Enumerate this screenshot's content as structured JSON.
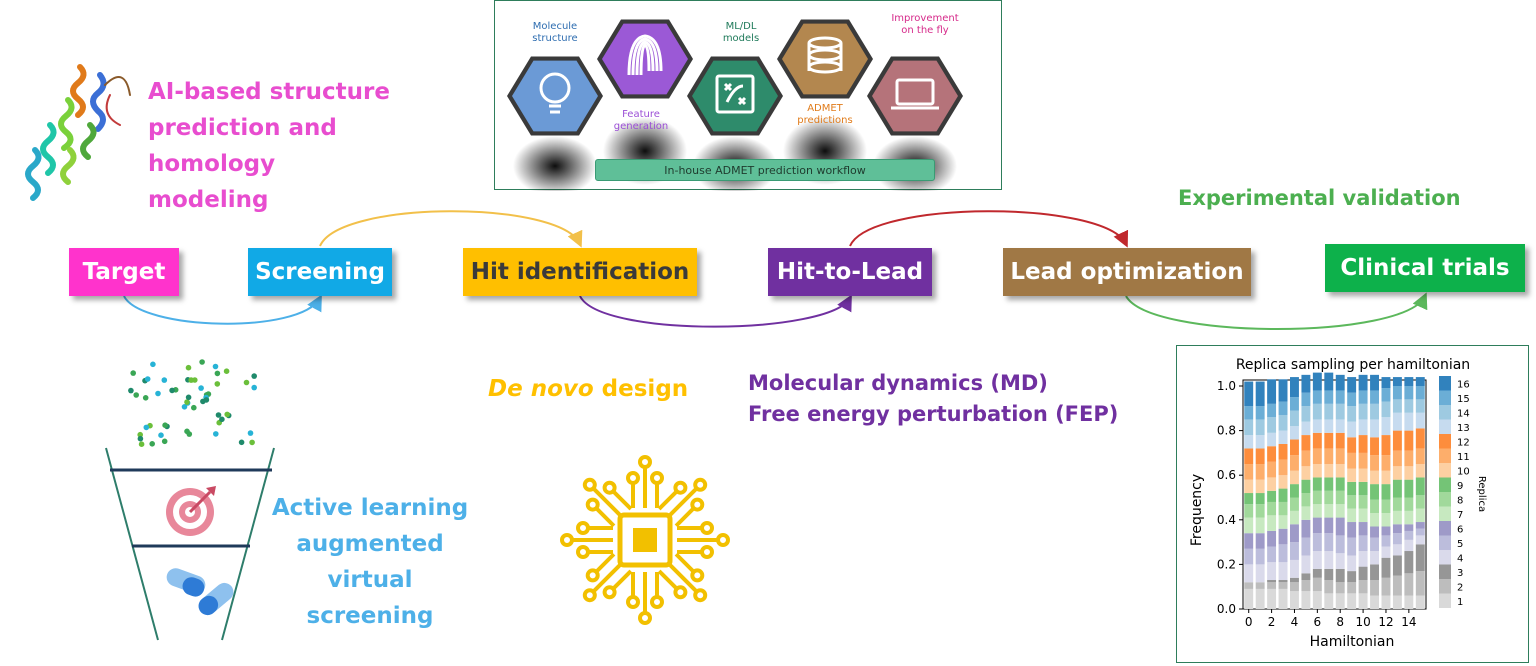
{
  "stages": [
    {
      "label": "Target",
      "color": "#ff33cc"
    },
    {
      "label": "Screening",
      "color": "#11a9e6"
    },
    {
      "label": "Hit identification",
      "color": "#ffbf00"
    },
    {
      "label": "Hit-to-Lead",
      "color": "#7030a0"
    },
    {
      "label": "Lead optimization",
      "color": "#a07845"
    },
    {
      "label": "Clinical trials",
      "color": "#0db14b"
    }
  ],
  "methods": {
    "structure": {
      "lines": [
        "AI-based structure",
        "prediction and",
        "homology",
        "modeling"
      ],
      "color": "#e84dcf"
    },
    "active_learning": {
      "lines": [
        "Active learning",
        "augmented",
        "virtual",
        "screening"
      ],
      "color": "#4db0e8"
    },
    "denovo": {
      "italic": "De novo",
      "rest": " design",
      "color": "#ffc000"
    },
    "md": {
      "lines": [
        "Molecular dynamics (MD)",
        "Free energy perturbation (FEP)"
      ],
      "color": "#7030a0"
    },
    "experimental": {
      "text": "Experimental validation",
      "color": "#4caf50"
    }
  },
  "workflow": {
    "banner": "In-house ADMET prediction workflow",
    "hexes": [
      {
        "label": "Molecule\nstructure",
        "icon": "lightbulb-icon",
        "fill": "#6b9ad6",
        "label_color": "#2e6db0"
      },
      {
        "label": "Feature\ngeneration",
        "icon": "fingerprint-icon",
        "fill": "#9b59d6",
        "label_color": "#9b4fd6"
      },
      {
        "label": "ML/DL\nmodels",
        "icon": "strategy-board-icon",
        "fill": "#2e8b6b",
        "label_color": "#1f7a5a"
      },
      {
        "label": "ADMET\npredictions",
        "icon": "database-icon",
        "fill": "#b3874f",
        "label_color": "#e07b1a"
      },
      {
        "label": "Improvement\non the fly",
        "icon": "laptop-icon",
        "fill": "#b5737a",
        "label_color": "#d62a8a"
      }
    ]
  },
  "chart_data": {
    "type": "bar",
    "stacked": true,
    "title": "Replica sampling per hamiltonian",
    "xlabel": "Hamiltonian",
    "ylabel": "Frequency",
    "legend_title": "Replica",
    "ylim": [
      0,
      1.0
    ],
    "yticks": [
      "0.0",
      "0.2",
      "0.4",
      "0.6",
      "0.8",
      "1.0"
    ],
    "xticks": [
      "0",
      "2",
      "4",
      "6",
      "8",
      "10",
      "12",
      "14"
    ],
    "categories": [
      0,
      1,
      2,
      3,
      4,
      5,
      6,
      7,
      8,
      9,
      10,
      11,
      12,
      13,
      14,
      15
    ],
    "series": [
      {
        "name": "1",
        "color": "#d9d9d9",
        "values": [
          0.09,
          0.09,
          0.09,
          0.09,
          0.08,
          0.08,
          0.08,
          0.07,
          0.07,
          0.07,
          0.07,
          0.06,
          0.06,
          0.06,
          0.06,
          0.06
        ]
      },
      {
        "name": "2",
        "color": "#bdbdbd",
        "values": [
          0.03,
          0.03,
          0.03,
          0.03,
          0.04,
          0.05,
          0.06,
          0.06,
          0.05,
          0.05,
          0.06,
          0.07,
          0.08,
          0.09,
          0.1,
          0.11
        ]
      },
      {
        "name": "3",
        "color": "#969696",
        "values": [
          0.0,
          0.0,
          0.01,
          0.01,
          0.02,
          0.03,
          0.04,
          0.05,
          0.06,
          0.05,
          0.06,
          0.07,
          0.09,
          0.09,
          0.1,
          0.12
        ]
      },
      {
        "name": "4",
        "color": "#dadaeb",
        "values": [
          0.08,
          0.08,
          0.08,
          0.08,
          0.08,
          0.08,
          0.08,
          0.08,
          0.07,
          0.07,
          0.07,
          0.06,
          0.05,
          0.05,
          0.05,
          0.04
        ]
      },
      {
        "name": "5",
        "color": "#bcbddc",
        "values": [
          0.07,
          0.07,
          0.07,
          0.08,
          0.08,
          0.08,
          0.08,
          0.08,
          0.08,
          0.08,
          0.07,
          0.06,
          0.05,
          0.05,
          0.04,
          0.03
        ]
      },
      {
        "name": "6",
        "color": "#9e9ac8",
        "values": [
          0.07,
          0.07,
          0.07,
          0.07,
          0.08,
          0.08,
          0.07,
          0.07,
          0.08,
          0.07,
          0.06,
          0.05,
          0.04,
          0.04,
          0.03,
          0.03
        ]
      },
      {
        "name": "7",
        "color": "#c7e9c0",
        "values": [
          0.07,
          0.07,
          0.07,
          0.06,
          0.06,
          0.06,
          0.06,
          0.06,
          0.06,
          0.06,
          0.06,
          0.06,
          0.06,
          0.06,
          0.06,
          0.06
        ]
      },
      {
        "name": "8",
        "color": "#a1d99b",
        "values": [
          0.06,
          0.06,
          0.06,
          0.06,
          0.06,
          0.06,
          0.06,
          0.06,
          0.06,
          0.06,
          0.06,
          0.06,
          0.06,
          0.06,
          0.06,
          0.06
        ]
      },
      {
        "name": "9",
        "color": "#74c476",
        "values": [
          0.05,
          0.05,
          0.05,
          0.06,
          0.06,
          0.06,
          0.06,
          0.06,
          0.06,
          0.06,
          0.06,
          0.07,
          0.07,
          0.08,
          0.08,
          0.08
        ]
      },
      {
        "name": "10",
        "color": "#fdd0a2",
        "values": [
          0.06,
          0.06,
          0.06,
          0.06,
          0.06,
          0.06,
          0.06,
          0.06,
          0.06,
          0.06,
          0.06,
          0.06,
          0.06,
          0.06,
          0.06,
          0.06
        ]
      },
      {
        "name": "11",
        "color": "#fdae6b",
        "values": [
          0.07,
          0.07,
          0.07,
          0.07,
          0.07,
          0.07,
          0.07,
          0.07,
          0.07,
          0.07,
          0.07,
          0.07,
          0.07,
          0.07,
          0.07,
          0.07
        ]
      },
      {
        "name": "12",
        "color": "#fd8d3c",
        "values": [
          0.07,
          0.07,
          0.07,
          0.07,
          0.07,
          0.07,
          0.07,
          0.07,
          0.07,
          0.07,
          0.08,
          0.08,
          0.09,
          0.09,
          0.09,
          0.09
        ]
      },
      {
        "name": "13",
        "color": "#c6dbef",
        "values": [
          0.06,
          0.06,
          0.06,
          0.06,
          0.06,
          0.06,
          0.06,
          0.06,
          0.06,
          0.07,
          0.07,
          0.08,
          0.08,
          0.08,
          0.08,
          0.07
        ]
      },
      {
        "name": "14",
        "color": "#9ecae1",
        "values": [
          0.07,
          0.07,
          0.07,
          0.07,
          0.07,
          0.07,
          0.07,
          0.07,
          0.07,
          0.07,
          0.07,
          0.07,
          0.07,
          0.06,
          0.06,
          0.06
        ]
      },
      {
        "name": "15",
        "color": "#6baed6",
        "values": [
          0.06,
          0.06,
          0.06,
          0.06,
          0.06,
          0.06,
          0.06,
          0.06,
          0.06,
          0.06,
          0.06,
          0.06,
          0.06,
          0.06,
          0.06,
          0.06
        ]
      },
      {
        "name": "16",
        "color": "#3182bd",
        "values": [
          0.11,
          0.11,
          0.11,
          0.1,
          0.09,
          0.08,
          0.08,
          0.08,
          0.07,
          0.07,
          0.07,
          0.07,
          0.05,
          0.04,
          0.04,
          0.04
        ]
      }
    ]
  }
}
